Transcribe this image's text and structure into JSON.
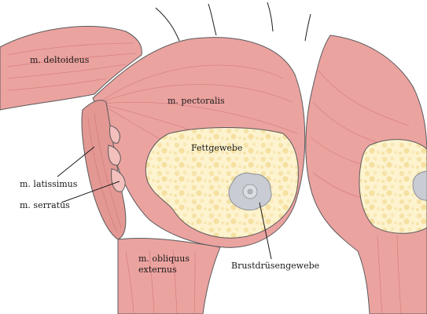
{
  "labels": {
    "deltoid": "m. deltoideus",
    "pectoralis": "m. pectoralis",
    "fat": "Fettgewebe",
    "latissimus": "m. latissimus",
    "serratus": "m. serratus",
    "obliquus_line1": "m. obliquus",
    "obliquus_line2": "externus",
    "gland": "Brustdrüsengewebe"
  },
  "colors": {
    "muscle": "#eba3a0",
    "muscle_dark": "#d98a86",
    "fat": "#fdf3cf",
    "fat_lobule": "#f6e3a8",
    "gland": "#c9ccd2",
    "outline": "#5a5a5a"
  }
}
